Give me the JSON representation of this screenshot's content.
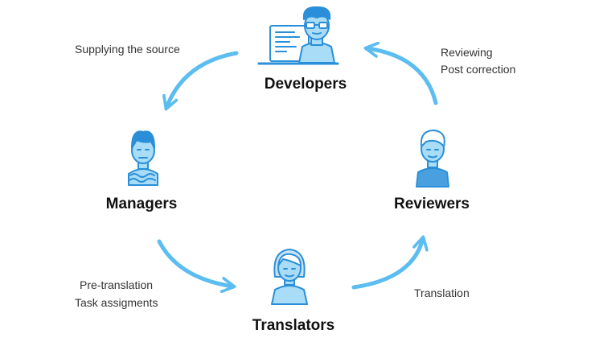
{
  "colors": {
    "accent": "#5bbdf0",
    "figure_fill": "#a8dcf7",
    "figure_stroke": "#2a8fd8",
    "text": "#111111"
  },
  "roles": {
    "developers": {
      "label": "Developers",
      "icon": "developer-at-laptop-icon"
    },
    "managers": {
      "label": "Managers",
      "icon": "manager-icon"
    },
    "translators": {
      "label": "Translators",
      "icon": "translator-icon"
    },
    "reviewers": {
      "label": "Reviewers",
      "icon": "reviewer-icon"
    }
  },
  "edges": {
    "developers_to_managers": {
      "lines": [
        "Supplying the source"
      ]
    },
    "managers_to_translators": {
      "lines": [
        "Pre-translation",
        "Task assigments"
      ]
    },
    "translators_to_reviewers": {
      "lines": [
        "Translation"
      ]
    },
    "reviewers_to_developers": {
      "lines": [
        "Reviewing",
        "Post correction"
      ]
    }
  }
}
